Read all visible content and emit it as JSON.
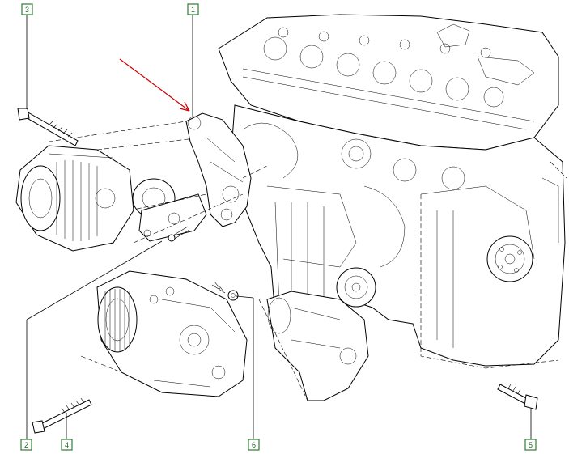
{
  "callouts": [
    {
      "id": "1",
      "label": "1"
    },
    {
      "id": "2",
      "label": "2"
    },
    {
      "id": "3",
      "label": "3"
    },
    {
      "id": "4",
      "label": "4"
    },
    {
      "id": "5",
      "label": "5"
    },
    {
      "id": "6",
      "label": "6"
    }
  ],
  "colors": {
    "callout_border": "#2e7d32",
    "callout_text": "#1b5e20",
    "arrow": "#cc0000",
    "linework": "#000000"
  }
}
